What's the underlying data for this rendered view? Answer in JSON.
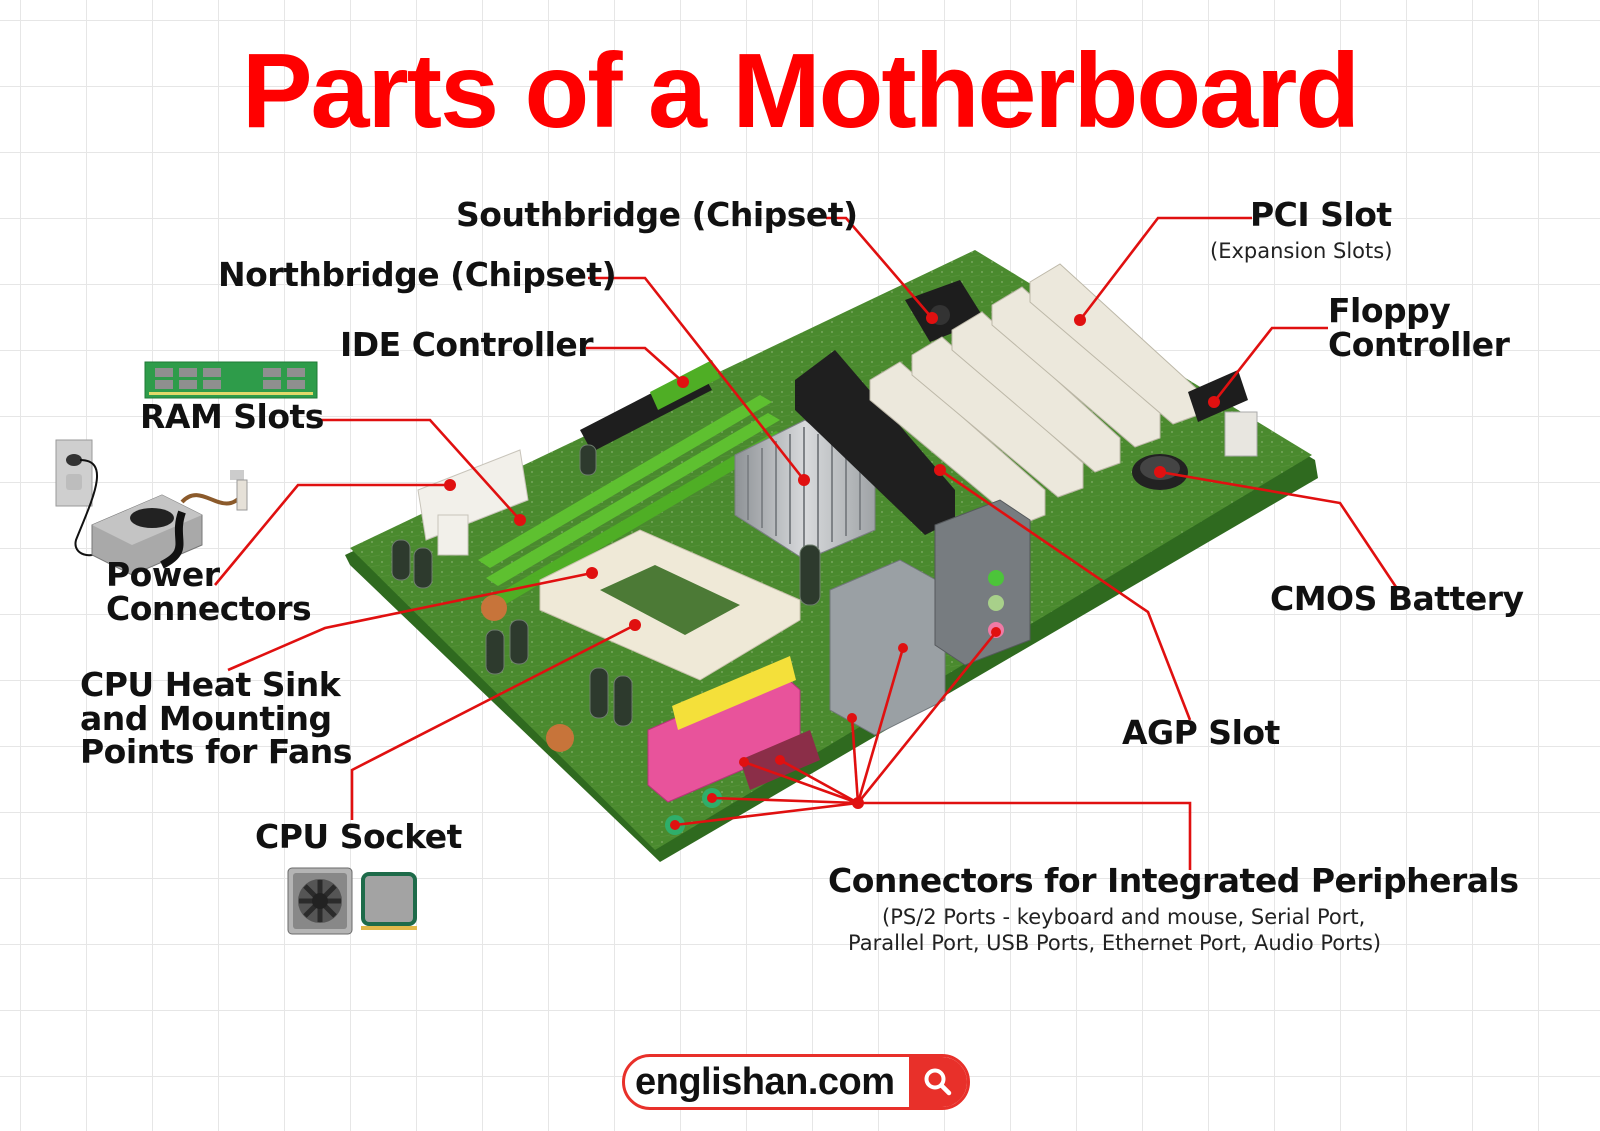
{
  "title": "Parts of a Motherboard",
  "colors": {
    "title": "#ff0000",
    "leader_line": "#e01010",
    "label_text": "#111111",
    "board_green": "#3f7d2a",
    "brand_accent": "#e8302a"
  },
  "labels": {
    "southbridge": "Southbridge (Chipset)",
    "northbridge": "Northbridge (Chipset)",
    "ide_controller": "IDE Controller",
    "ram_slots": "RAM Slots",
    "power_connectors_1": "Power",
    "power_connectors_2": "Connectors",
    "cpu_heatsink_1": "CPU Heat Sink",
    "cpu_heatsink_2": "and Mounting",
    "cpu_heatsink_3": "Points for Fans",
    "cpu_socket": "CPU Socket",
    "pci_slot": "PCI Slot",
    "pci_slot_sub": "(Expansion Slots)",
    "floppy_1": "Floppy",
    "floppy_2": "Controller",
    "cmos_battery": "CMOS Battery",
    "agp_slot": "AGP Slot",
    "connectors": "Connectors for Integrated Peripherals",
    "connectors_sub_1": "(PS/2 Ports - keyboard and mouse, Serial Port,",
    "connectors_sub_2": "Parallel Port, USB Ports, Ethernet Port, Audio Ports)"
  },
  "icons": {
    "ram_module": "ram-module-icon",
    "power_supply": "power-supply-icon",
    "cpu_fan": "cpu-fan-icon",
    "cpu_chip": "cpu-chip-icon",
    "search": "search-icon"
  },
  "brand": {
    "text": "englishan.com"
  }
}
